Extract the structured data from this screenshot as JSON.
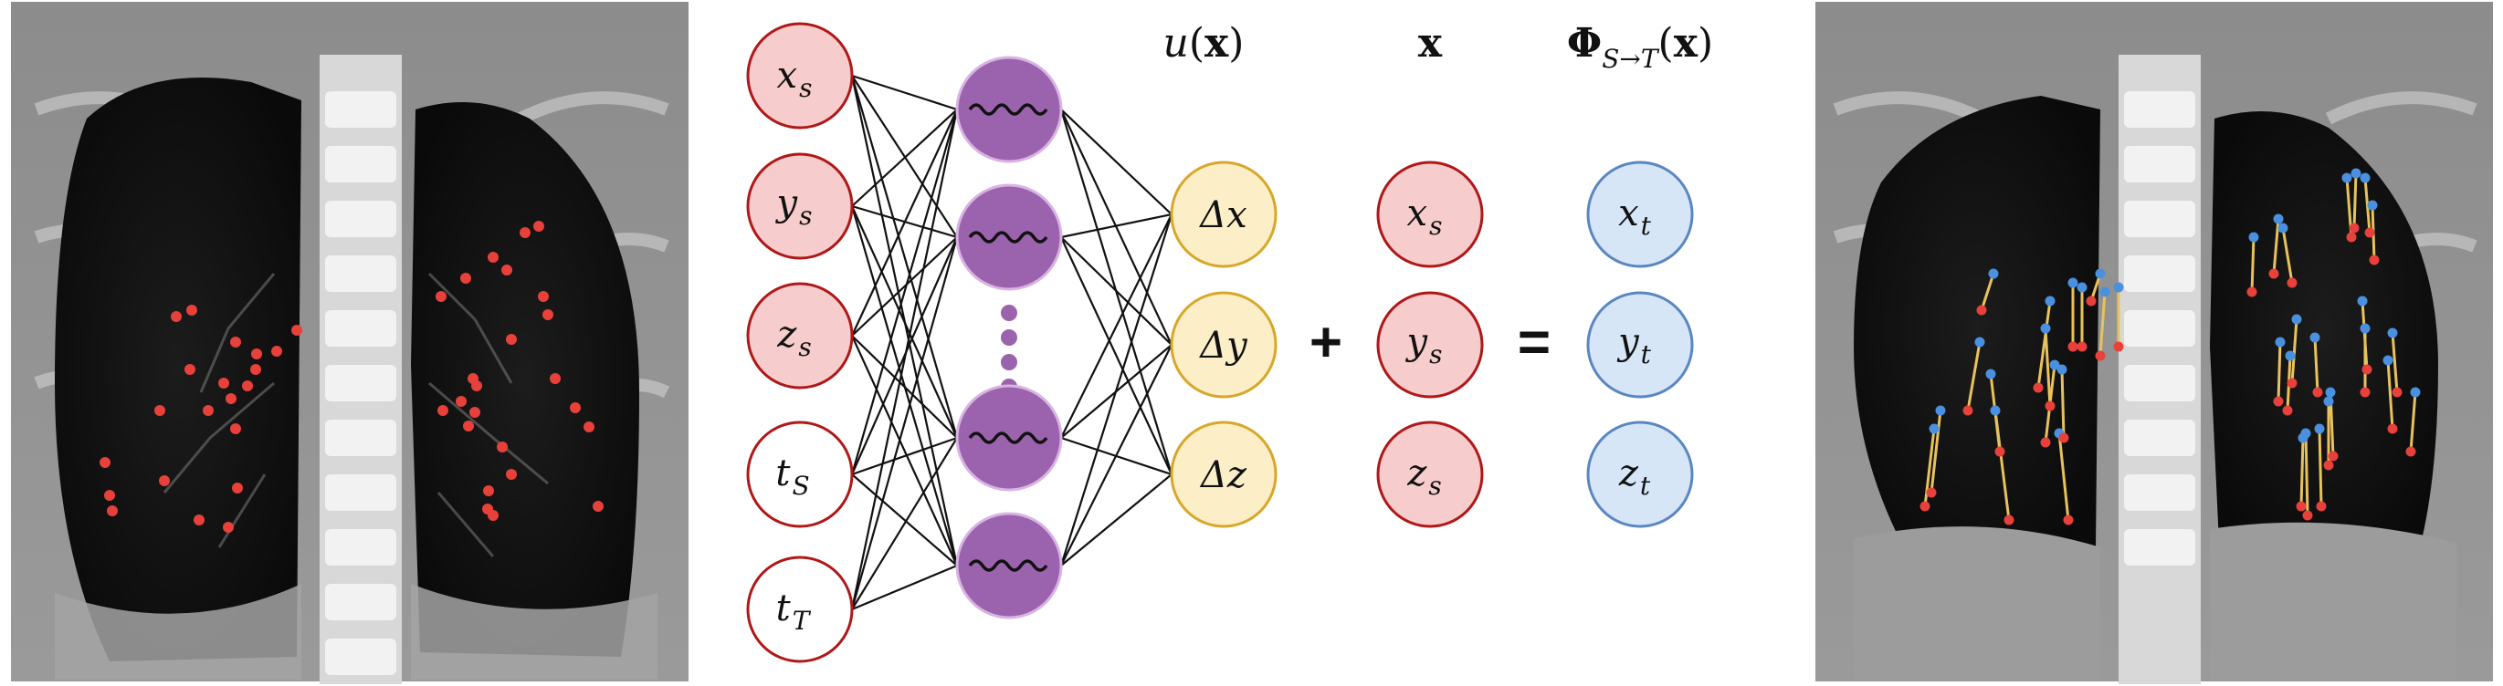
{
  "headers": {
    "u_fn": "u",
    "u_arg": "x",
    "x": "x",
    "phi": "Φ",
    "phi_sub": "S→T",
    "phi_arg": "x"
  },
  "inputs": [
    {
      "main": "x",
      "sub": "s"
    },
    {
      "main": "y",
      "sub": "s"
    },
    {
      "main": "z",
      "sub": "s"
    },
    {
      "main": "t",
      "sub": "S"
    },
    {
      "main": "t",
      "sub": "T"
    }
  ],
  "outputs": [
    {
      "main": "Δx"
    },
    {
      "main": "Δy"
    },
    {
      "main": "Δz"
    }
  ],
  "source_points": [
    {
      "main": "x",
      "sub": "s"
    },
    {
      "main": "y",
      "sub": "s"
    },
    {
      "main": "z",
      "sub": "s"
    }
  ],
  "target_points": [
    {
      "main": "x",
      "sub": "t"
    },
    {
      "main": "y",
      "sub": "t"
    },
    {
      "main": "z",
      "sub": "t"
    }
  ],
  "operators": {
    "plus": "+",
    "equals": "="
  },
  "colors": {
    "input_fill": "#f6cccc",
    "input_stroke": "#b01818",
    "time_fill": "#ffffff",
    "hidden_fill": "#9b63ad",
    "hidden_stroke": "#d9b3e3",
    "output_fill": "#fcefc8",
    "output_stroke": "#d8a72a",
    "target_fill": "#d7e6f7",
    "target_stroke": "#5a86c2",
    "landmark_red": "#e8403a",
    "landmark_blue": "#4a90e0",
    "arrow_yellow": "#e8c25a"
  }
}
